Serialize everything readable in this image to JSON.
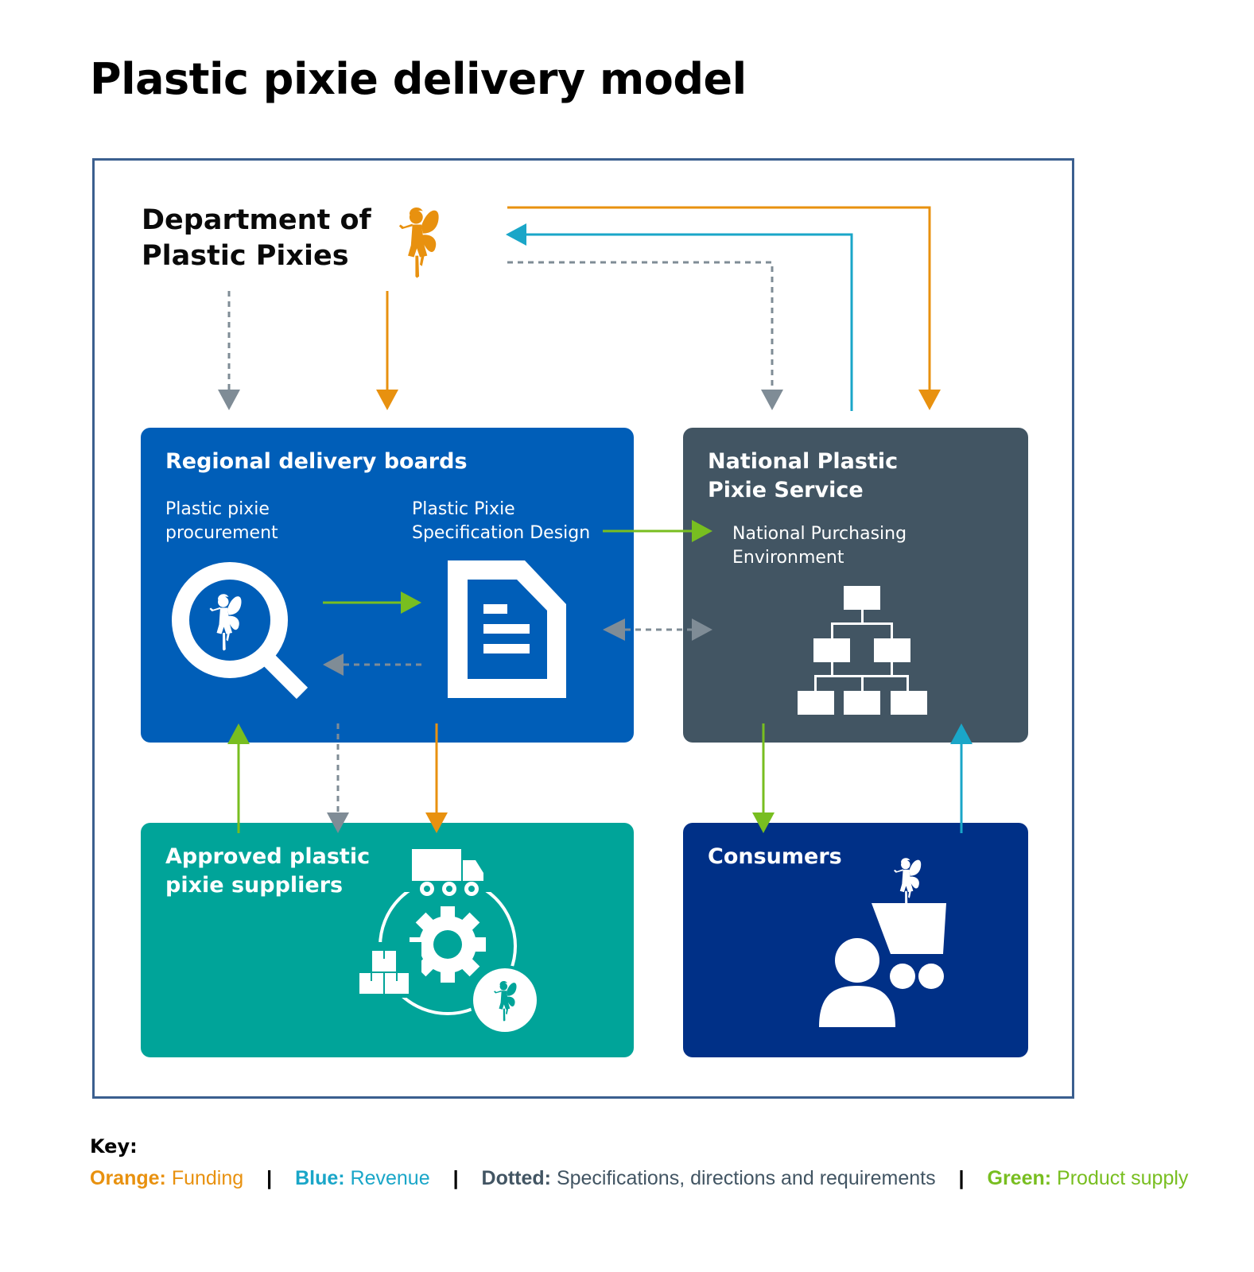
{
  "title": "Plastic pixie delivery model",
  "department": {
    "line1": "Department of",
    "line2": "Plastic Pixies",
    "icon": "fairy-icon"
  },
  "regional": {
    "title": "Regional delivery boards",
    "procurement": {
      "line1": "Plastic pixie",
      "line2": "procurement",
      "icon": "magnifier-fairy-icon"
    },
    "spec": {
      "line1": "Plastic Pixie",
      "line2": "Specification Design",
      "icon": "document-icon"
    }
  },
  "national": {
    "title_line1": "National Plastic",
    "title_line2": "Pixie Service",
    "sub_line1": "National Purchasing",
    "sub_line2": "Environment",
    "icon": "org-chart-icon"
  },
  "suppliers": {
    "line1": "Approved plastic",
    "line2": "pixie suppliers",
    "icon": "supply-cycle-icon"
  },
  "consumers": {
    "title": "Consumers",
    "icon": "person-cart-icon"
  },
  "key": {
    "label": "Key:",
    "items": [
      {
        "term": "Orange:",
        "desc": "Funding",
        "color": "#e8910f"
      },
      {
        "term": "Blue:",
        "desc": "Revenue",
        "color": "#1aa6c8"
      },
      {
        "term": "Dotted:",
        "desc": "Specifications, directions and requirements",
        "color": "#425563"
      },
      {
        "term": "Green:",
        "desc": "Product supply",
        "color": "#78be20"
      }
    ],
    "separator": "|"
  },
  "colors": {
    "funding": "#e8910f",
    "revenue": "#1aa6c8",
    "dotted": "#7f8c96",
    "supply": "#78be20",
    "regional_box": "#005eb8",
    "national_box": "#425563",
    "suppliers_box": "#00a499",
    "consumers_box": "#003087"
  }
}
